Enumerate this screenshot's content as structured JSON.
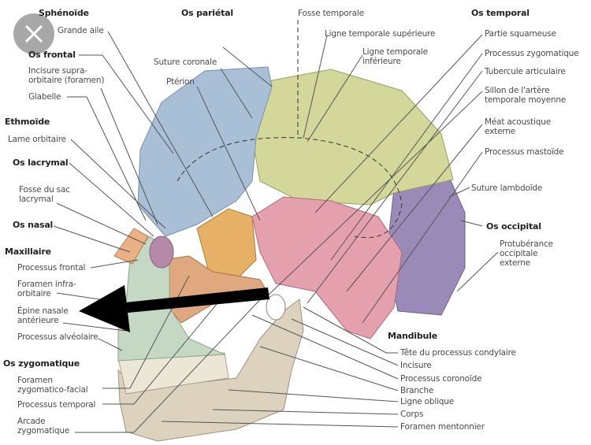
{
  "close_button": {
    "icon": "close-icon"
  },
  "labels": {
    "sphenoide": "Sphénoïde",
    "grande_aile": "Grande aile",
    "os_frontal": "Os frontal",
    "incisure_supra": "Incisure supra-\norbitaire (foramen)",
    "glabelle": "Glabelle",
    "ethmoide": "Ethmoïde",
    "lame_orbitaire": "Lame orbitaire",
    "os_lacrymal": "Os lacrymal",
    "fosse_sac": "Fosse du sac\nlacrymal",
    "os_nasal": "Os nasal",
    "maxillaire": "Maxillaire",
    "processus_frontal": "Processus frontal",
    "foramen_infra": "Foramen infra-\norbitaire",
    "epine_nasale": "Épine nasale\nantérieure",
    "processus_alveolaire": "Processus alvéolaire",
    "os_zygomatique": "Os zygomatique",
    "foramen_zygo": "Foramen\nzygomatico-facial",
    "processus_temporal": "Processus temporal",
    "arcade_zygo": "Arcade\nzygomatique",
    "os_parietal": "Os pariétal",
    "suture_coronale": "Suture coronale",
    "pterion": "Ptérion",
    "fosse_temporale": "Fosse temporale",
    "ligne_sup": "Ligne temporale supérieure",
    "ligne_inf": "Ligne temporale\ninférieure",
    "os_temporal": "Os temporal",
    "partie_squameuse": "Partie squameuse",
    "processus_zygomatique": "Processus zygomatique",
    "tubercule": "Tubercule articulaire",
    "sillon": "Sillon de l'artère\ntemporale moyenne",
    "meat": "Méat acoustique\nexterne",
    "mastoide": "Processus mastoïde",
    "suture_lambdoide": "Suture lambdoïde",
    "os_occipital": "Os occipital",
    "protuberance": "Protubérance\noccipitale\nexterne",
    "mandibule": "Mandibule",
    "tete_condylaire": "Tête du processus condylaire",
    "incisure": "Incisure",
    "coronoide": "Processus coronoïde",
    "branche": "Branche",
    "ligne_oblique": "Ligne oblique",
    "corps": "Corps",
    "foramen_mentonnier": "Foramen mentonnier"
  },
  "colors": {
    "frontal": "#a9bfd6",
    "parietal": "#d3d89a",
    "temporal": "#e4a1ad",
    "occipital": "#9a8ab8",
    "sphenoid": "#e6b067",
    "maxilla": "#c4d8c4",
    "mandible": "#ddd2bd",
    "arrow": "#000000"
  }
}
